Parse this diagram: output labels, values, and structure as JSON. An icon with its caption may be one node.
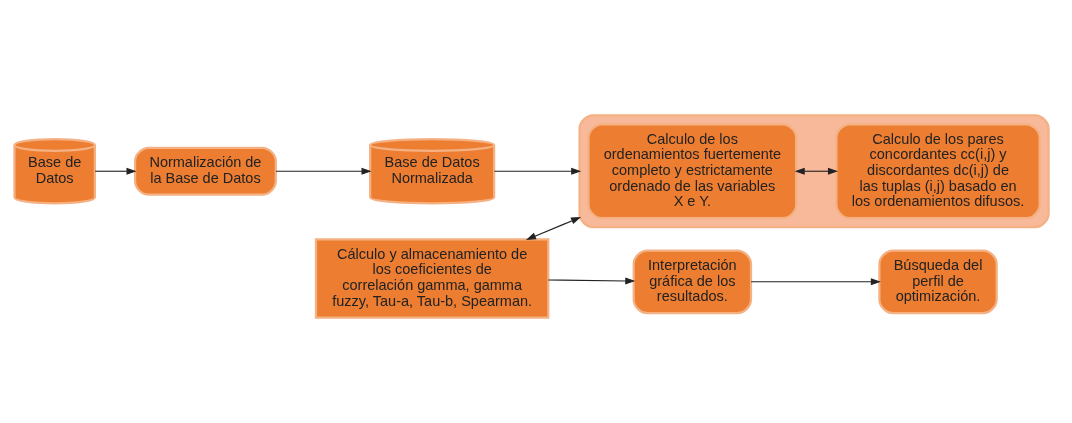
{
  "diagram": {
    "nodes": [
      {
        "text": [
          "Base de Datos"
        ]
      },
      {
        "text": [
          "Normalización de la Base de Datos"
        ]
      },
      {
        "text": [
          "Base de Datos Normalizada"
        ]
      },
      {
        "text": [],
        "shape": "box"
      },
      {
        "text": [
          "Calculo de los ordenamientos fuertemente completo y estrictamente ordenado de las variables X e Y."
        ],
        "in": 3
      },
      {
        "text": [
          "Calculo de los pares concordantes cc(i,j) y discordantes dc(i,j) de las tuplas (i,j) basado en los ordenamientos difusos."
        ],
        "in": 3
      },
      {
        "text": [
          "Cálculo y almacenamiento de los coeficientes de correlación gamma, gamma fuzzy, Tau-a, Tau-b, Spearman."
        ]
      },
      {
        "text": [
          "Interpretación gráfica de los resultados."
        ]
      },
      {
        "text": [
          "Búsqueda del perfil de optimización."
        ]
      }
    ],
    "edges": [
      {
        "from": 0,
        "to": 1,
        "arrow": "to"
      },
      {
        "from": 1,
        "to": 2,
        "arrow": "to"
      },
      {
        "from": 2,
        "to": 3,
        "arrow": "to"
      },
      {
        "from": 6,
        "to": 3,
        "arrow": "both"
      },
      {
        "from": 4,
        "to": 5,
        "arrow": "both"
      },
      {
        "from": 6,
        "to": 7,
        "arrow": "to"
      },
      {
        "from": 7,
        "to": 8,
        "arrow": "to"
      }
    ]
  }
}
